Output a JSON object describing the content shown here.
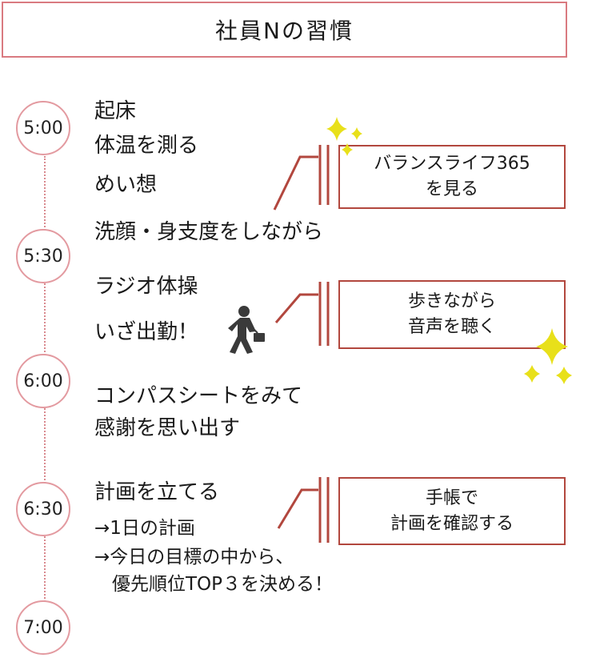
{
  "title": "社員Nの習慣",
  "times": [
    "5:00",
    "5:30",
    "6:00",
    "6:30",
    "7:00"
  ],
  "items": {
    "wake": "起床",
    "temp": "体温を測る",
    "meditate": "めい想",
    "wash": "洗顔・身支度をしながら",
    "radio": "ラジオ体操",
    "commute": "いざ出勤！",
    "compass_1": "コンパスシートをみて",
    "compass_2": "感謝を思い出す",
    "plan_1": "計画を立てる",
    "plan_2": "→1日の計画",
    "plan_3": "→今日の目標の中から、",
    "plan_4": "優先順位TOP３を決める！"
  },
  "notes": {
    "balance_1": "バランスライフ365",
    "balance_2": "を見る",
    "walk_1": "歩きながら",
    "walk_2": "音声を聴く",
    "planner_1": "手帳で",
    "planner_2": "計画を確認する"
  },
  "colors": {
    "title_border": "#d97a80",
    "circle_border": "#e39aa0",
    "note_border": "#b2473e",
    "sparkle": "#e8e01a"
  },
  "icons": [
    "sparkle-icon",
    "businessman-walking-icon"
  ]
}
